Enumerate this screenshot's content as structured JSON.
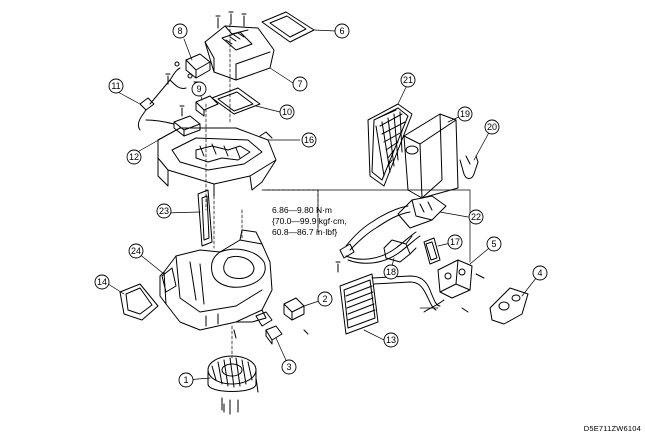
{
  "callouts": [
    {
      "id": 1,
      "label": "1"
    },
    {
      "id": 2,
      "label": "2"
    },
    {
      "id": 3,
      "label": "3"
    },
    {
      "id": 4,
      "label": "4"
    },
    {
      "id": 5,
      "label": "5"
    },
    {
      "id": 6,
      "label": "6"
    },
    {
      "id": 7,
      "label": "7"
    },
    {
      "id": 8,
      "label": "8"
    },
    {
      "id": 9,
      "label": "9"
    },
    {
      "id": 10,
      "label": "10"
    },
    {
      "id": 11,
      "label": "11"
    },
    {
      "id": 12,
      "label": "12"
    },
    {
      "id": 13,
      "label": "13"
    },
    {
      "id": 14,
      "label": "14"
    },
    {
      "id": 16,
      "label": "16"
    },
    {
      "id": 17,
      "label": "17"
    },
    {
      "id": 18,
      "label": "18"
    },
    {
      "id": 19,
      "label": "19"
    },
    {
      "id": 20,
      "label": "20"
    },
    {
      "id": 21,
      "label": "21"
    },
    {
      "id": 22,
      "label": "22"
    },
    {
      "id": 23,
      "label": "23"
    },
    {
      "id": 24,
      "label": "24"
    }
  ],
  "torque_spec": {
    "line1": "6.86—9.80 N·m",
    "line2": "{70.0—99.9 kgf·cm,",
    "line3": "60.8—86.7 in·lbf}"
  },
  "figure_code": "D5E711ZW6104"
}
